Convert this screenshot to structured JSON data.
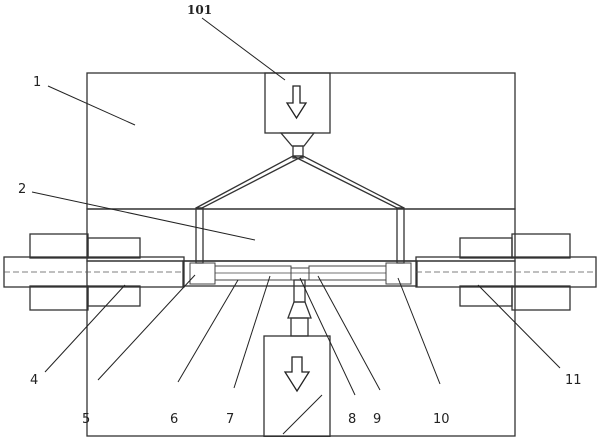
{
  "labels": {
    "l101": "101",
    "l1": "1",
    "l2": "2",
    "l4": "4",
    "l5": "5",
    "l6": "6",
    "l7": "7",
    "l8": "8",
    "l9": "9",
    "l10": "10",
    "l11": "11"
  },
  "colors": {
    "line": "#333333",
    "hatch": "#7a7a7a",
    "background": "#ffffff"
  },
  "icons": {
    "inlet": "arrow-down-icon",
    "outlet": "arrow-down-icon"
  }
}
